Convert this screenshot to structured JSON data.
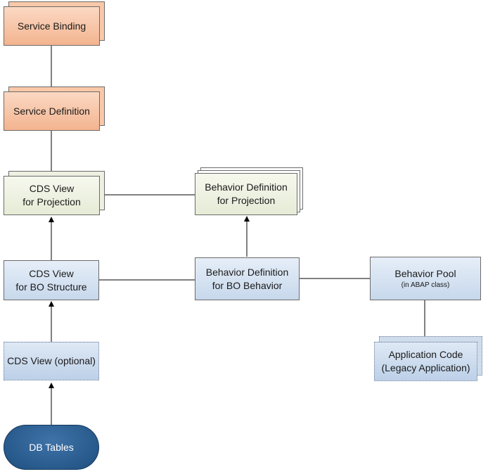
{
  "nodes": {
    "service_binding": {
      "line1": "Service Binding"
    },
    "service_definition": {
      "line1": "Service Definition"
    },
    "cds_projection": {
      "line1": "CDS View",
      "line2": "for Projection"
    },
    "behavior_def_projection": {
      "line1": "Behavior Definition",
      "line2": "for Projection"
    },
    "cds_bo_structure": {
      "line1": "CDS View",
      "line2": "for BO Structure"
    },
    "behavior_def_bo": {
      "line1": "Behavior Definition",
      "line2": "for BO Behavior"
    },
    "behavior_pool": {
      "line1": "Behavior Pool",
      "sub": "(in ABAP class)"
    },
    "cds_optional": {
      "line1": "CDS View (optional)"
    },
    "application_code": {
      "line1": "Application Code",
      "line2": "(Legacy Application)"
    },
    "db_tables": {
      "line1": "DB Tables"
    }
  },
  "colors": {
    "service_fill": "#f3b48f",
    "projection_fill": "#e6ebd6",
    "bo_fill": "#c7d8ec",
    "db_fill": "#2a5f94",
    "connector": "#000000"
  }
}
